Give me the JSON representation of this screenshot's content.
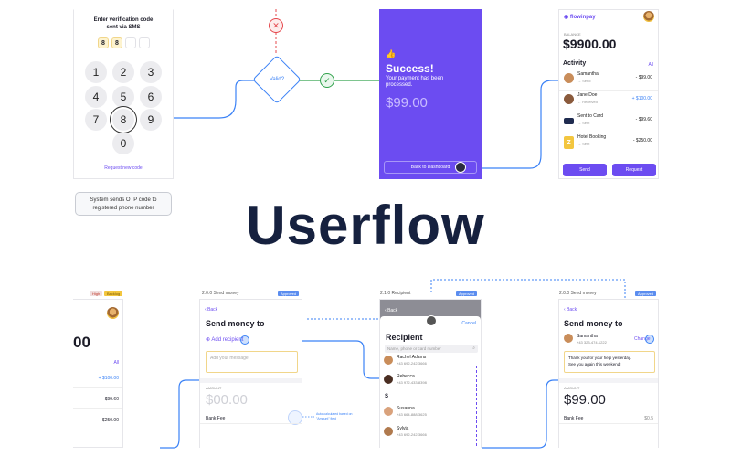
{
  "title": "Userflow",
  "otp_screen": {
    "heading_line1": "Enter verification code",
    "heading_line2": "sent via SMS",
    "digits": [
      "8",
      "8",
      "",
      ""
    ],
    "keys": [
      "1",
      "2",
      "3",
      "4",
      "5",
      "6",
      "7",
      "8",
      "9",
      "0"
    ],
    "request_link": "Request new code"
  },
  "system_note": {
    "line1": "System sends OTP code to",
    "line2": "registered phone number"
  },
  "decision": {
    "label": "Valid?"
  },
  "success_screen": {
    "emoji": "👍",
    "title": "Success!",
    "message_line1": "Your payment has been",
    "message_line2": "processed.",
    "amount": "$99.00",
    "button": "Back to Dashboard"
  },
  "wallet_screen": {
    "brand": "flowinpay",
    "balance_label": "BALANCE",
    "balance": "$9900.00",
    "activity_label": "Activity",
    "all_link": "All",
    "transactions": [
      {
        "name": "Samantha",
        "sub": "→ Send",
        "amount": "- $99.00",
        "positive": false
      },
      {
        "name": "Jane Doe",
        "sub": "← Received",
        "amount": "+ $100.00",
        "positive": true
      },
      {
        "name": "Sent to Card",
        "sub": "→ Sent",
        "amount": "- $99.60",
        "positive": false
      },
      {
        "name": "Hotel Booking",
        "sub": "→ Sent",
        "amount": "- $250.00",
        "positive": false
      }
    ],
    "send_button": "Send",
    "request_button": "Request"
  },
  "partial_screen": {
    "tag_high": "High",
    "tag_backlog": "Backlog",
    "balance_fragment": "00",
    "all_link": "All",
    "amounts": [
      "+ $100.00",
      "- $99.60",
      "- $250.00"
    ]
  },
  "send_screen": {
    "step": "2.0.0 Send money",
    "status": "Approved",
    "back": "Back",
    "title": "Send money to",
    "add_recipient": "Add recipient",
    "message_placeholder": "Add your message",
    "amount_label": "AMOUNT",
    "amount": "$00.00",
    "fee_label": "Bank Fee",
    "annotation": "Auto-calculated based on \"Amount\" field"
  },
  "recipient_screen": {
    "step": "2.1.0 Recipient",
    "status": "Approved",
    "back": "Back",
    "cancel": "Cancel",
    "title": "Recipient",
    "search_placeholder": "Name, phone or card number",
    "contacts": [
      {
        "name": "Rachel Adams",
        "phone": "+43 692-242-3666"
      },
      {
        "name": "Rebecca",
        "phone": "+43 972-433-8398"
      },
      {
        "name": "Susanna",
        "phone": "+43 664-888-3625"
      },
      {
        "name": "Sylvia",
        "phone": "+43 692-242-3666"
      }
    ],
    "section_letter": "S"
  },
  "send_filled_screen": {
    "step": "2.0.0 Send money",
    "status": "Approved",
    "back": "Back",
    "title": "Send money to",
    "recipient_name": "Samantha",
    "recipient_phone": "+43 323-474-1222",
    "change": "Change",
    "message_line1": "Thank you for your help yesterday.",
    "message_line2": "See you again this weekend!",
    "amount_label": "AMOUNT",
    "amount": "$99.00",
    "fee_label": "Bank Fee",
    "fee_value": "$0.5"
  },
  "colors": {
    "purple": "#6c4cf1",
    "flow_blue": "#3b82f6",
    "error_red": "#e5484d",
    "ok_green": "#31a24c",
    "yellow": "#f3c63f",
    "title_navy": "#16213f"
  }
}
